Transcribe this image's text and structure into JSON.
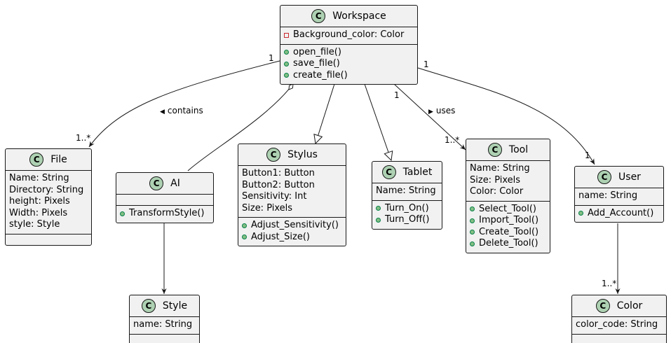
{
  "classes": {
    "workspace": {
      "name": "Workspace",
      "badge": "C",
      "fields": [
        {
          "vis": "private",
          "text": "Background_color: Color"
        }
      ],
      "methods": [
        {
          "vis": "public",
          "text": "open_file()"
        },
        {
          "vis": "public",
          "text": "save_file()"
        },
        {
          "vis": "public",
          "text": "create_file()"
        }
      ]
    },
    "file": {
      "name": "File",
      "badge": "C",
      "fields": [
        {
          "vis": "none",
          "text": "Name: String"
        },
        {
          "vis": "none",
          "text": "Directory: String"
        },
        {
          "vis": "none",
          "text": "height: Pixels"
        },
        {
          "vis": "none",
          "text": "Width: Pixels"
        },
        {
          "vis": "none",
          "text": "style: Style"
        }
      ],
      "methods": []
    },
    "ai": {
      "name": "AI",
      "badge": "C",
      "fields": [],
      "methods": [
        {
          "vis": "public",
          "text": "TransformStyle()"
        }
      ]
    },
    "stylus": {
      "name": "Stylus",
      "badge": "C",
      "fields": [
        {
          "vis": "none",
          "text": "Button1: Button"
        },
        {
          "vis": "none",
          "text": "Button2: Button"
        },
        {
          "vis": "none",
          "text": "Sensitivity: Int"
        },
        {
          "vis": "none",
          "text": "Size: Pixels"
        }
      ],
      "methods": [
        {
          "vis": "public",
          "text": "Adjust_Sensitivity()"
        },
        {
          "vis": "public",
          "text": "Adjust_Size()"
        }
      ]
    },
    "tablet": {
      "name": "Tablet",
      "badge": "C",
      "fields": [
        {
          "vis": "none",
          "text": "Name: String"
        }
      ],
      "methods": [
        {
          "vis": "public",
          "text": "Turn_On()"
        },
        {
          "vis": "public",
          "text": "Turn_Off()"
        }
      ]
    },
    "tool": {
      "name": "Tool",
      "badge": "C",
      "fields": [
        {
          "vis": "none",
          "text": "Name: String"
        },
        {
          "vis": "none",
          "text": "Size: Pixels"
        },
        {
          "vis": "none",
          "text": "Color: Color"
        }
      ],
      "methods": [
        {
          "vis": "public",
          "text": "Select_Tool()"
        },
        {
          "vis": "public",
          "text": "Import_Tool()"
        },
        {
          "vis": "public",
          "text": "Create_Tool()"
        },
        {
          "vis": "public",
          "text": "Delete_Tool()"
        }
      ]
    },
    "user": {
      "name": "User",
      "badge": "C",
      "fields": [
        {
          "vis": "none",
          "text": "name: String"
        }
      ],
      "methods": [
        {
          "vis": "public",
          "text": "Add_Account()"
        }
      ]
    },
    "style": {
      "name": "Style",
      "badge": "C",
      "fields": [
        {
          "vis": "none",
          "text": "name: String"
        }
      ],
      "methods": []
    },
    "color": {
      "name": "Color",
      "badge": "C",
      "fields": [
        {
          "vis": "none",
          "text": "color_code: String"
        }
      ],
      "methods": []
    }
  },
  "relations": {
    "contains": {
      "label": "contains",
      "from_mult": "1",
      "to_mult": "1..*"
    },
    "uses": {
      "label": "uses",
      "from_mult": "1",
      "to_mult": "1..*"
    },
    "ws_user": {
      "from_mult": "1",
      "to_mult": "1"
    },
    "user_color": {
      "to_mult": "1..*"
    }
  },
  "colors": {
    "class_fill": "#f1f1f1",
    "badge_fill": "#add1b2",
    "line": "#181818",
    "public_marker": "#84be84",
    "private_marker": "#c82930"
  }
}
